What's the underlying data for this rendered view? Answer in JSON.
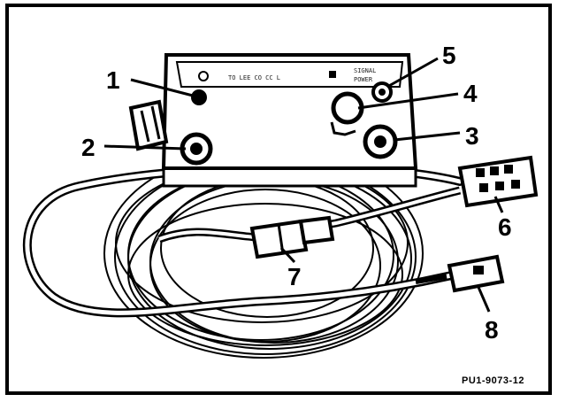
{
  "figure": {
    "callouts": [
      {
        "label": "1",
        "part": "indicator-light"
      },
      {
        "label": "2",
        "part": "left-jack"
      },
      {
        "label": "3",
        "part": "right-jack"
      },
      {
        "label": "4",
        "part": "adjustment-knob"
      },
      {
        "label": "5",
        "part": "power-light"
      },
      {
        "label": "6",
        "part": "multi-pin-connector"
      },
      {
        "label": "7",
        "part": "inline-coupler"
      },
      {
        "label": "8",
        "part": "end-plug"
      }
    ],
    "panel_text_left": "TO LEE CO CC L",
    "panel_text_right_1": "SIGNAL",
    "panel_text_right_2": "POWER",
    "reference_code": "PU1-9073-12"
  }
}
